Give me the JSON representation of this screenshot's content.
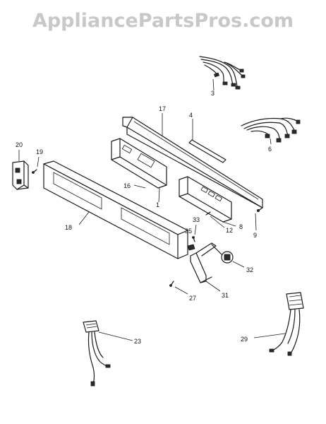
{
  "watermark": "AppliancePartsPros.com",
  "callouts": {
    "c3": "3",
    "c17": "17",
    "c4": "4",
    "c6": "6",
    "c20": "20",
    "c19": "19",
    "c16a": "16",
    "c1": "1",
    "c18": "18",
    "c33": "33",
    "c12": "12",
    "c8": "8",
    "c9": "9",
    "c35": "35",
    "c32": "32",
    "c27": "27",
    "c31": "31",
    "c23": "23",
    "c29": "29"
  }
}
